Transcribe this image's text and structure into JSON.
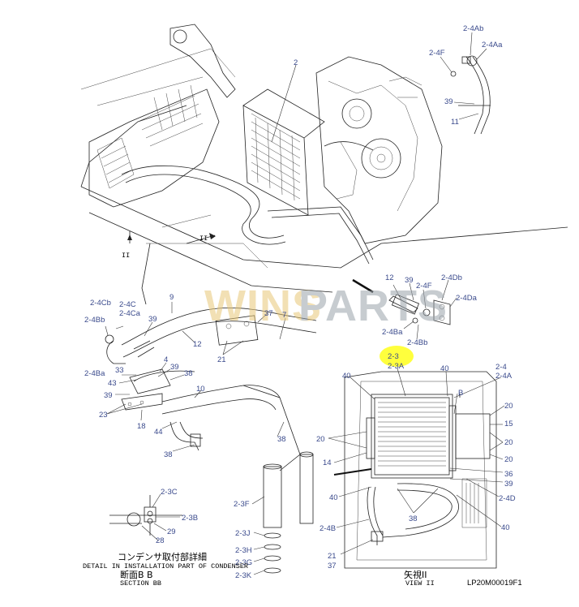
{
  "watermark": {
    "part1": "WINS",
    "part2": "PARTS"
  },
  "callouts": {
    "c2": "2",
    "c2_4Ab": "2-4Ab",
    "c2_4Aa": "2-4Aa",
    "c2_4F_top": "2-4F",
    "c39_top": "39",
    "c11": "11",
    "c9": "9",
    "c2_4Cb": "2-4Cb",
    "c2_4C": "2-4C",
    "c2_4Ca": "2-4Ca",
    "c2_4Bb_left": "2-4Bb",
    "c39_left": "39",
    "c12_left": "12",
    "c37_mid": "37",
    "c7": "7",
    "c2_4Ba_left": "2-4Ba",
    "c21_mid": "21",
    "c4": "4",
    "c33": "33",
    "c43": "43",
    "c39_b": "39",
    "c38_a": "38",
    "c10": "10",
    "c39_c": "39",
    "c23": "23",
    "c18": "18",
    "c44": "44",
    "c38_b": "38",
    "c38_c": "38",
    "c12_right": "12",
    "c39_right": "39",
    "c2_4F_right": "2-4F",
    "c2_4Db": "2-4Db",
    "c2_4Da": "2-4Da",
    "c2_4Ba_right": "2-4Ba",
    "c2_4Bb_right": "2-4Bb",
    "c2_3": "2-3",
    "c2_3A": "2-3A",
    "c40_a": "40",
    "c40_b": "40",
    "c2_4": "2-4",
    "c2_4A": "2-4A",
    "cB": "B",
    "c20_a": "20",
    "c15": "15",
    "c20_b": "20",
    "c20_c": "20",
    "c20_left": "20",
    "c14": "14",
    "c36": "36",
    "c39_d": "39",
    "c40_c": "40",
    "c2_4D": "2-4D",
    "c38_view": "38",
    "c2_4B": "2-4B",
    "c40_d": "40",
    "c21_bottom": "21",
    "c37_bottom": "37",
    "c2_3C": "2-3C",
    "c2_3B": "2-3B",
    "c29": "29",
    "c28": "28",
    "c2_3F": "2-3F",
    "c2_3J": "2-3J",
    "c2_3H": "2-3H",
    "c2_3G": "2-3G",
    "c2_3K": "2-3K",
    "cII_a": "II",
    "cII_b": "II"
  },
  "captions": {
    "detail_jp": "コンデンサ取付部詳細",
    "detail_en": "DETAIL IN INSTALLATION PART OF CONDENSER",
    "section_jp": "断面B B",
    "section_en": "SECTION BB",
    "view_jp": "矢視II",
    "view_en": "VIEW II",
    "drawing_no": "LP20M00019F1"
  },
  "colors": {
    "callout_text": "#3a4a8c",
    "highlight": "#ffff33",
    "watermark_gold": "#e8c878",
    "watermark_grey": "#9aa3ab",
    "line": "#222222"
  }
}
